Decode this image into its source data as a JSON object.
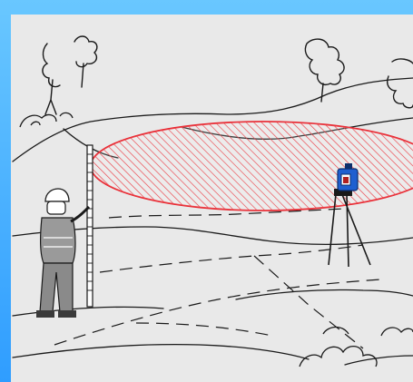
{
  "colors": {
    "frame_top": "#69c7ff",
    "frame_bottom": "#2f9dff",
    "scene_bg": "#e9e9e9",
    "ink": "#1a1a1a",
    "laser_red": "#e8222b",
    "instrument_blue": "#1f5fd0"
  },
  "elements": {
    "rod_person": "surveyor-with-leveling-rod",
    "laser_level": "rotating-laser-level-on-tripod",
    "laser_plane": "hatched-laser-plane-ellipse"
  }
}
